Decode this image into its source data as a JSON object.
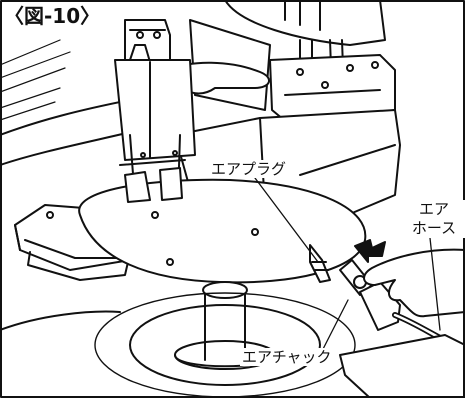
{
  "figure": {
    "label": "〈図-10〉"
  },
  "callouts": {
    "air_plug": "エアプラグ",
    "air_hose_line1": "エア",
    "air_hose_line2": "ホース",
    "air_chuck": "エアチャック"
  }
}
